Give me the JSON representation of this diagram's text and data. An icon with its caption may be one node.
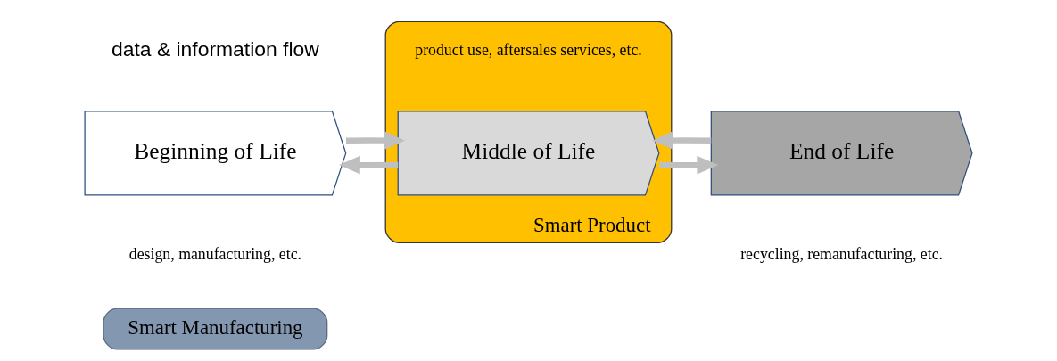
{
  "diagram": {
    "nodes": [
      {
        "text": [
          "Smart Manufacturing"
        ]
      },
      {
        "text": [
          "Smart Product"
        ]
      },
      {
        "text": [
          "Beginning of Life"
        ],
        "beside": [
          "design, manufacturing, etc."
        ]
      },
      {
        "text": [
          "Middle of Life"
        ],
        "beside": [
          "product use, aftersales services, etc."
        ],
        "in": 1
      },
      {
        "text": [
          "End of Life"
        ],
        "beside": [
          "recycling, remanufacturing, etc."
        ]
      }
    ],
    "edges": [
      {
        "from": 4,
        "to": 3,
        "arrow": "to"
      },
      {
        "from": 3,
        "to": 2,
        "arrow": "to"
      },
      {
        "from": 2,
        "to": 3,
        "arrow": "to"
      },
      {
        "from": 3,
        "to": 4,
        "arrow": "to"
      }
    ],
    "labels": [
      "data & information flow"
    ]
  }
}
